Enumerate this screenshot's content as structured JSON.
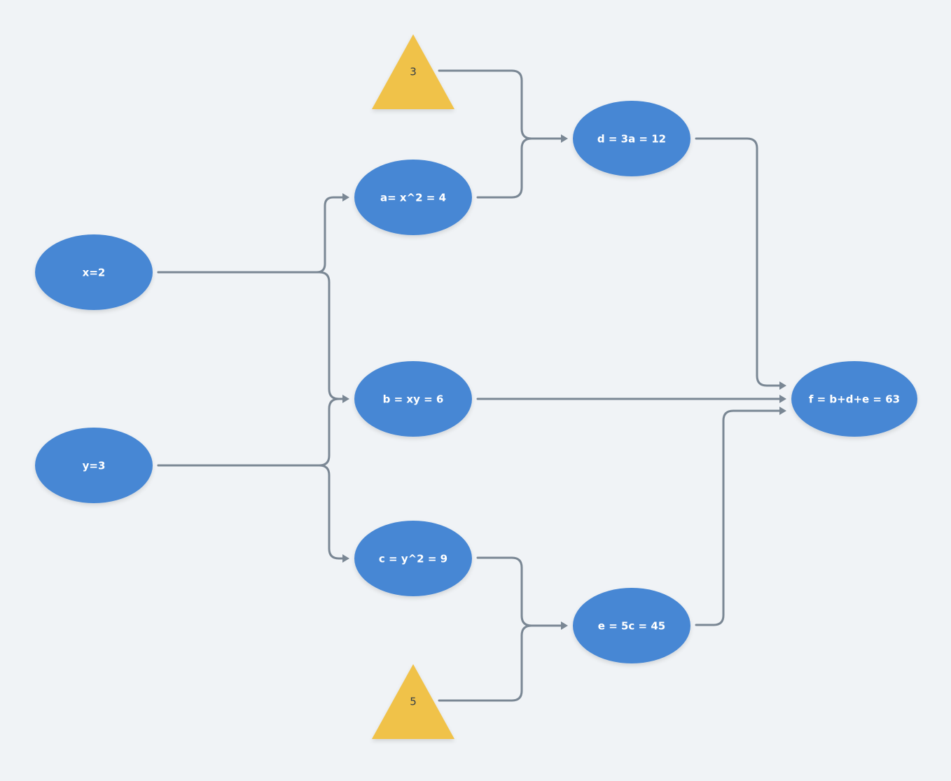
{
  "colors": {
    "background": "#f0f3f6",
    "variable_node": "#4787d4",
    "constant_node": "#f0c24a",
    "edge": "#7a8794"
  },
  "nodes": {
    "x": {
      "label": "x=2",
      "shape": "ellipse"
    },
    "y": {
      "label": "y=3",
      "shape": "ellipse"
    },
    "a": {
      "label": "a= x^2 = 4",
      "shape": "ellipse"
    },
    "b": {
      "label": "b = xy = 6",
      "shape": "ellipse"
    },
    "c": {
      "label": "c = y^2 = 9",
      "shape": "ellipse"
    },
    "d": {
      "label": "d = 3a = 12",
      "shape": "ellipse"
    },
    "e": {
      "label": "e = 5c = 45",
      "shape": "ellipse"
    },
    "f": {
      "label": "f = b+d+e = 63",
      "shape": "ellipse"
    },
    "k3": {
      "label": "3",
      "shape": "triangle"
    },
    "k5": {
      "label": "5",
      "shape": "triangle"
    }
  },
  "edges": [
    {
      "from": "x",
      "to": "a"
    },
    {
      "from": "x",
      "to": "b"
    },
    {
      "from": "y",
      "to": "b"
    },
    {
      "from": "y",
      "to": "c"
    },
    {
      "from": "k3",
      "to": "d"
    },
    {
      "from": "a",
      "to": "d"
    },
    {
      "from": "c",
      "to": "e"
    },
    {
      "from": "k5",
      "to": "e"
    },
    {
      "from": "d",
      "to": "f"
    },
    {
      "from": "b",
      "to": "f"
    },
    {
      "from": "e",
      "to": "f"
    }
  ]
}
